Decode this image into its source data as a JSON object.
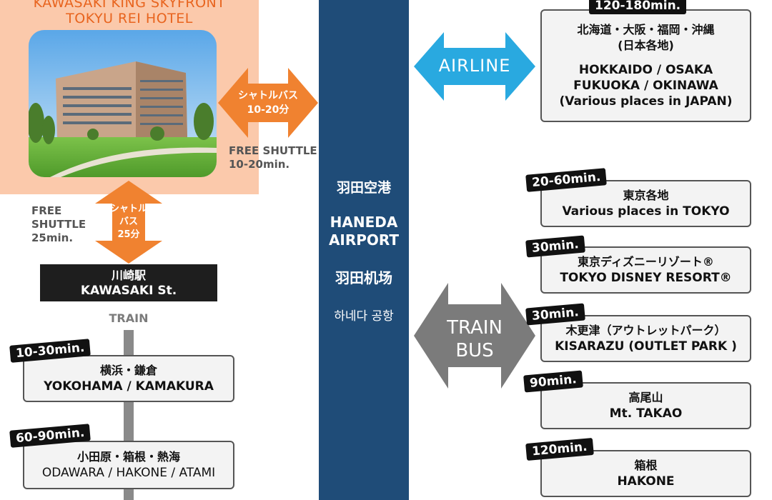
{
  "hotel": {
    "name_line1": "KAWASAKI KING SKYFRONT",
    "name_line2": "TOKYU REI HOTEL"
  },
  "shuttle_airport": {
    "arrow_jp_line1": "シャトルバス",
    "arrow_jp_line2": "10-20分",
    "en_line1": "FREE SHUTTLE",
    "en_line2": "10-20min."
  },
  "shuttle_station": {
    "arrow_jp_line1": "シャトル",
    "arrow_jp_line2": "バス",
    "arrow_jp_line3": "25分",
    "en_line1": "FREE",
    "en_line2": "SHUTTLE",
    "en_line3": "25min."
  },
  "station": {
    "jp": "川崎駅",
    "en": "KAWASAKI St."
  },
  "train_label": "TRAIN",
  "train_destinations": [
    {
      "time": "10-30min.",
      "jp": "横浜・鎌倉",
      "en": "YOKOHAMA / KAMAKURA"
    },
    {
      "time": "60-90min.",
      "jp": "小田原・箱根・熱海",
      "en": "ODAWARA / HAKONE / ATAMI"
    }
  ],
  "airport": {
    "jp": "羽田空港",
    "en_line1": "HANEDA",
    "en_line2": "AIRPORT",
    "cn": "羽田机场",
    "kr": "하네다 공항"
  },
  "airline": {
    "label": "AIRLINE",
    "time": "120-180min.",
    "jp_line1": "北海道・大阪・福岡・沖縄",
    "jp_line2": "(日本各地)",
    "en_line1": "HOKKAIDO / OSAKA",
    "en_line2": "FUKUOKA / OKINAWA",
    "en_line3": "(Various places in JAPAN)"
  },
  "train_bus": {
    "label_line1": "TRAIN",
    "label_line2": "BUS"
  },
  "bus_destinations": [
    {
      "time": "20-60min.",
      "jp": "東京各地",
      "en": "Various places in TOKYO"
    },
    {
      "time": "30min.",
      "jp": "東京ディズニーリゾート®",
      "en": "TOKYO DISNEY RESORT®"
    },
    {
      "time": "30min.",
      "jp": "木更津（アウトレットパーク）",
      "en": "KISARAZU (OUTLET PARK )"
    },
    {
      "time": "90min.",
      "jp": "高尾山",
      "en": "Mt. TAKAO"
    },
    {
      "time": "120min.",
      "jp": "箱根",
      "en": "HAKONE"
    }
  ],
  "colors": {
    "orange": "#f08230",
    "cyan": "#29a9e0",
    "gray_arrow": "#7b7b7b",
    "navy": "#1f4c78",
    "peach": "#fbc9ab"
  }
}
